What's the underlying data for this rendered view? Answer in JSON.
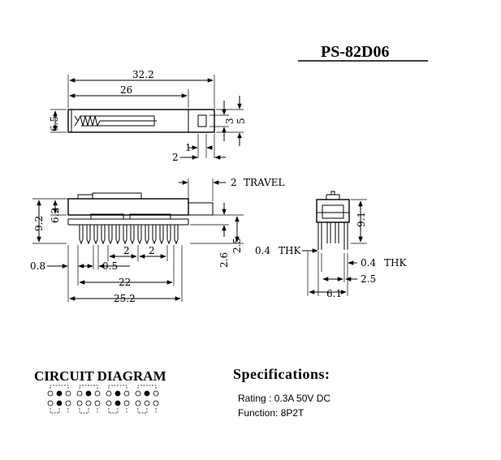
{
  "title": "PS-82D06",
  "top_view": {
    "dim_overall": "32.2",
    "dim_body": "26",
    "dim_height": "6.5",
    "dim_3": "3",
    "dim_5": "5",
    "dim_1": "1",
    "dim_2": "2"
  },
  "side_view": {
    "dim_travel": "2",
    "label_travel": "TRAVEL",
    "dim_9_2": "9.2",
    "dim_6_2": "6.2",
    "dim_2_6": "2.6",
    "dim_2_5": "2.5",
    "dim_0_8": "0.8",
    "dim_0_5": "0.5",
    "dim_2a": "2",
    "dim_2b": "2",
    "dim_22": "22",
    "dim_25_2": "25.2"
  },
  "end_view": {
    "dim_9_1": "9.1",
    "dim_thk_left": "0.4",
    "label_thk_left": "THK",
    "dim_thk_right": "0.4",
    "label_thk_right": "THK",
    "dim_2_5": "2.5",
    "dim_6_1": "6.1"
  },
  "circuit": {
    "heading": "CIRCUIT DIAGRAM",
    "groups": 4
  },
  "specifications": {
    "heading": "Specifications:",
    "rating": "Rating : 0.3A 50V DC",
    "function": "Function: 8P2T"
  }
}
